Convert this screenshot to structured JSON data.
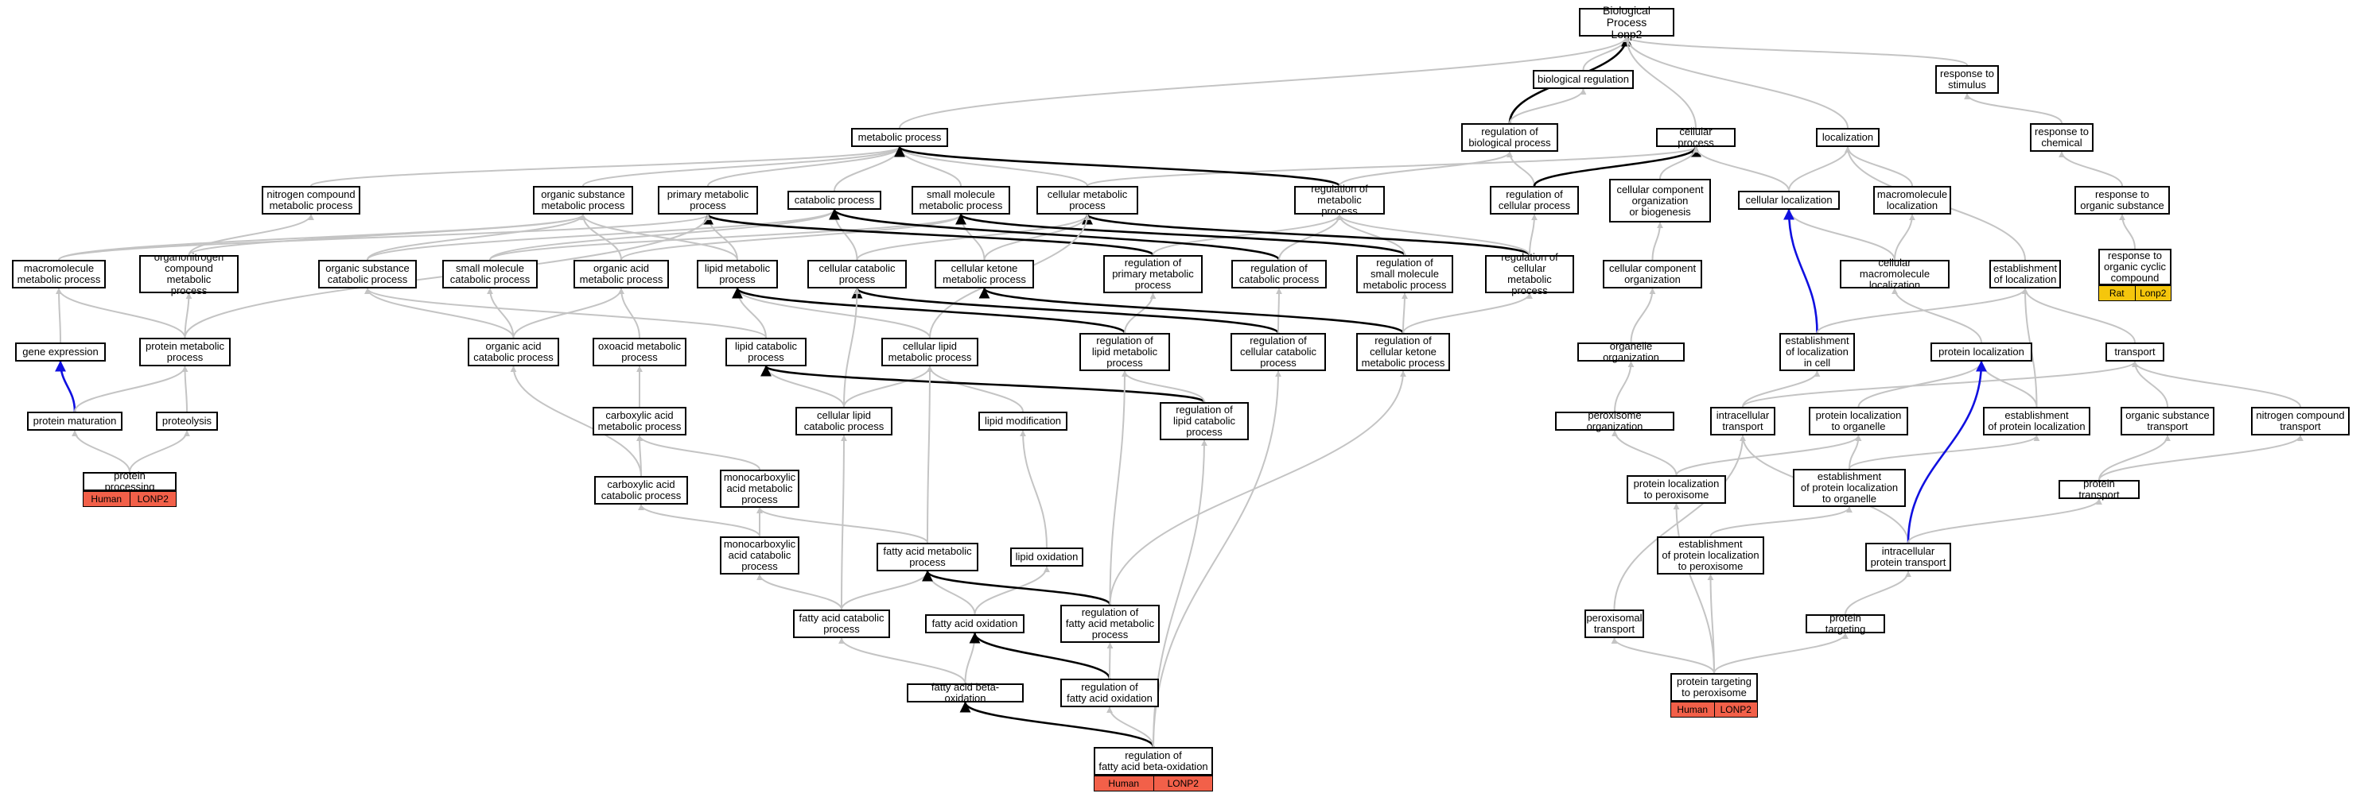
{
  "colors": {
    "human_badge": "#f26049",
    "rat_badge": "#f5c60c",
    "edge_gray": "#c4c4c4",
    "edge_black": "#000000",
    "edge_blue": "#1010e0"
  },
  "nodes": {
    "root": "Biological Process\nLonp2",
    "bioreg": "biological regulation",
    "resp_stim": "response to\nstimulus",
    "reg_bio": "regulation of\nbiological process",
    "cellproc": "cellular process",
    "localization": "localization",
    "resp_chem": "response to\nchemical",
    "metproc": "metabolic process",
    "nitro": "nitrogen compound\nmetabolic process",
    "orgsub": "organic substance\nmetabolic process",
    "primary": "primary metabolic\nprocess",
    "catab": "catabolic process",
    "smallmol": "small molecule\nmetabolic process",
    "cellmet": "cellular metabolic\nprocess",
    "reg_met": "regulation of\nmetabolic process",
    "reg_cellproc": "regulation of\ncellular process",
    "ccorg": "cellular component\norganization\nor biogenesis",
    "cellloc": "cellular localization",
    "macroloc": "macromolecule\nlocalization",
    "resp_orgsub": "response to\norganic substance",
    "macromet": "macromolecule\nmetabolic process",
    "organonitro": "organonitrogen\ncompound metabolic\nprocess",
    "orgsubcat": "organic substance\ncatabolic process",
    "smallcat": "small molecule\ncatabolic process",
    "orgacid": "organic acid\nmetabolic process",
    "lipidmet": "lipid metabolic\nprocess",
    "cellcat": "cellular catabolic\nprocess",
    "ketone": "cellular ketone\nmetabolic process",
    "reg_prim": "regulation of\nprimary metabolic\nprocess",
    "reg_cat": "regulation of\ncatabolic process",
    "reg_small": "regulation of\nsmall molecule\nmetabolic process",
    "reg_cellmet": "regulation of\ncellular metabolic\nprocess",
    "ccorg2": "cellular component\norganization",
    "cellmacroloc": "cellular macromolecule\nlocalization",
    "estab_loc": "establishment\nof localization",
    "resp_cyclic": "response to\norganic cyclic\ncompound",
    "geneexp": "gene expression",
    "protmet": "protein metabolic\nprocess",
    "orgacidcat": "organic acid\ncatabolic process",
    "oxoacid": "oxoacid metabolic\nprocess",
    "lipidcat": "lipid catabolic\nprocess",
    "celllipid": "cellular lipid\nmetabolic process",
    "reg_lipid": "regulation of\nlipid metabolic\nprocess",
    "reg_cellcat": "regulation of\ncellular catabolic\nprocess",
    "reg_ketone": "regulation of\ncellular ketone\nmetabolic process",
    "organelle_org": "organelle organization",
    "estab_cell": "establishment\nof localization\nin cell",
    "protloc": "protein localization",
    "transport": "transport",
    "protmat": "protein maturation",
    "proteolysis": "proteolysis",
    "carbox": "carboxylic acid\nmetabolic process",
    "celllipidcat": "cellular lipid\ncatabolic process",
    "lipidmod": "lipid modification",
    "reg_lipidcat": "regulation of\nlipid catabolic\nprocess",
    "perox_org": "peroxisome organization",
    "intracell": "intracellular\ntransport",
    "protloc_org": "protein localization\nto organelle",
    "estab_protloc": "establishment\nof protein localization",
    "orgsub_transport": "organic substance\ntransport",
    "nitro_transport": "nitrogen compound\ntransport",
    "protproc": "protein processing",
    "carboxcat": "carboxylic acid\ncatabolic process",
    "monocarb": "monocarboxylic\nacid metabolic\nprocess",
    "protloc_perox": "protein localization\nto peroxisome",
    "estab_protloc_org": "establishment\nof protein localization\nto organelle",
    "prottransport": "protein transport",
    "monocarbcat": "monocarboxylic\nacid catabolic\nprocess",
    "fam": "fatty acid metabolic\nprocess",
    "lipidox": "lipid oxidation",
    "estab_protloc_perox": "establishment\nof protein localization\nto peroxisome",
    "intracell_prot": "intracellular\nprotein transport",
    "facat": "fatty acid catabolic\nprocess",
    "faox": "fatty acid oxidation",
    "reg_fam": "regulation of\nfatty acid metabolic\nprocess",
    "perox_transport": "peroxisomal\ntransport",
    "prottarget": "protein targeting",
    "fabeta": "fatty acid beta-oxidation",
    "reg_faox": "regulation of\nfatty acid oxidation",
    "prottarget_perox": "protein targeting\nto peroxisome",
    "reg_fabeta": "regulation of\nfatty acid beta-oxidation"
  },
  "badges": {
    "protproc": [
      "Human",
      "LONP2"
    ],
    "prottarget_perox": [
      "Human",
      "LONP2"
    ],
    "reg_fabeta": [
      "Human",
      "LONP2"
    ],
    "resp_cyclic": [
      "Rat",
      "Lonp2"
    ]
  },
  "edges": [
    [
      "bioreg",
      "root",
      "gray"
    ],
    [
      "resp_stim",
      "root",
      "gray"
    ],
    [
      "reg_bio",
      "root",
      "black"
    ],
    [
      "reg_bio",
      "bioreg",
      "gray"
    ],
    [
      "cellproc",
      "root",
      "gray"
    ],
    [
      "localization",
      "root",
      "gray"
    ],
    [
      "metproc",
      "root",
      "gray"
    ],
    [
      "resp_chem",
      "resp_stim",
      "gray"
    ],
    [
      "resp_orgsub",
      "resp_chem",
      "gray"
    ],
    [
      "resp_cyclic",
      "resp_orgsub",
      "gray"
    ],
    [
      "nitro",
      "metproc",
      "gray"
    ],
    [
      "orgsub",
      "metproc",
      "gray"
    ],
    [
      "primary",
      "metproc",
      "gray"
    ],
    [
      "catab",
      "metproc",
      "gray"
    ],
    [
      "smallmol",
      "metproc",
      "gray"
    ],
    [
      "cellmet",
      "metproc",
      "gray"
    ],
    [
      "cellmet",
      "cellproc",
      "gray"
    ],
    [
      "reg_met",
      "metproc",
      "black"
    ],
    [
      "reg_met",
      "reg_bio",
      "gray"
    ],
    [
      "reg_cellproc",
      "reg_bio",
      "gray"
    ],
    [
      "reg_cellproc",
      "cellproc",
      "black"
    ],
    [
      "ccorg",
      "cellproc",
      "gray"
    ],
    [
      "cellloc",
      "cellproc",
      "gray"
    ],
    [
      "cellloc",
      "localization",
      "gray"
    ],
    [
      "macroloc",
      "localization",
      "gray"
    ],
    [
      "estab_loc",
      "localization",
      "gray"
    ],
    [
      "macromet",
      "orgsub",
      "gray"
    ],
    [
      "macromet",
      "primary",
      "gray"
    ],
    [
      "organonitro",
      "nitro",
      "gray"
    ],
    [
      "organonitro",
      "orgsub",
      "gray"
    ],
    [
      "orgsubcat",
      "orgsub",
      "gray"
    ],
    [
      "orgsubcat",
      "catab",
      "gray"
    ],
    [
      "smallcat",
      "smallmol",
      "gray"
    ],
    [
      "smallcat",
      "catab",
      "gray"
    ],
    [
      "orgacid",
      "orgsub",
      "gray"
    ],
    [
      "orgacid",
      "smallmol",
      "gray"
    ],
    [
      "lipidmet",
      "primary",
      "gray"
    ],
    [
      "lipidmet",
      "orgsub",
      "gray"
    ],
    [
      "cellcat",
      "catab",
      "gray"
    ],
    [
      "cellcat",
      "cellmet",
      "gray"
    ],
    [
      "ketone",
      "smallmol",
      "gray"
    ],
    [
      "ketone",
      "cellmet",
      "gray"
    ],
    [
      "reg_prim",
      "primary",
      "black"
    ],
    [
      "reg_prim",
      "reg_met",
      "gray"
    ],
    [
      "reg_cat",
      "catab",
      "black"
    ],
    [
      "reg_cat",
      "reg_met",
      "gray"
    ],
    [
      "reg_small",
      "smallmol",
      "black"
    ],
    [
      "reg_small",
      "reg_met",
      "gray"
    ],
    [
      "reg_cellmet",
      "cellmet",
      "black"
    ],
    [
      "reg_cellmet",
      "reg_met",
      "gray"
    ],
    [
      "reg_cellmet",
      "reg_cellproc",
      "gray"
    ],
    [
      "ccorg2",
      "ccorg",
      "gray"
    ],
    [
      "cellmacroloc",
      "macroloc",
      "gray"
    ],
    [
      "cellmacroloc",
      "cellloc",
      "gray"
    ],
    [
      "geneexp",
      "macromet",
      "gray"
    ],
    [
      "protmet",
      "macromet",
      "gray"
    ],
    [
      "protmet",
      "organonitro",
      "gray"
    ],
    [
      "protmet",
      "primary",
      "gray"
    ],
    [
      "orgacidcat",
      "orgacid",
      "gray"
    ],
    [
      "orgacidcat",
      "orgsubcat",
      "gray"
    ],
    [
      "orgacidcat",
      "smallcat",
      "gray"
    ],
    [
      "oxoacid",
      "orgacid",
      "gray"
    ],
    [
      "lipidcat",
      "lipidmet",
      "gray"
    ],
    [
      "lipidcat",
      "orgsubcat",
      "gray"
    ],
    [
      "celllipid",
      "lipidmet",
      "gray"
    ],
    [
      "celllipid",
      "cellmet",
      "gray"
    ],
    [
      "reg_lipid",
      "lipidmet",
      "black"
    ],
    [
      "reg_lipid",
      "reg_prim",
      "gray"
    ],
    [
      "reg_cellcat",
      "cellcat",
      "black"
    ],
    [
      "reg_cellcat",
      "reg_cat",
      "gray"
    ],
    [
      "reg_ketone",
      "ketone",
      "black"
    ],
    [
      "reg_ketone",
      "reg_small",
      "gray"
    ],
    [
      "reg_ketone",
      "reg_cellmet",
      "gray"
    ],
    [
      "organelle_org",
      "ccorg2",
      "gray"
    ],
    [
      "estab_cell",
      "cellloc",
      "blue"
    ],
    [
      "estab_cell",
      "estab_loc",
      "gray"
    ],
    [
      "protloc",
      "cellmacroloc",
      "gray"
    ],
    [
      "transport",
      "estab_loc",
      "gray"
    ],
    [
      "protmat",
      "geneexp",
      "blue"
    ],
    [
      "protmat",
      "protmet",
      "gray"
    ],
    [
      "proteolysis",
      "protmet",
      "gray"
    ],
    [
      "carbox",
      "oxoacid",
      "gray"
    ],
    [
      "celllipidcat",
      "lipidcat",
      "gray"
    ],
    [
      "celllipidcat",
      "celllipid",
      "gray"
    ],
    [
      "celllipidcat",
      "cellcat",
      "gray"
    ],
    [
      "lipidmod",
      "celllipid",
      "gray"
    ],
    [
      "reg_lipidcat",
      "lipidcat",
      "black"
    ],
    [
      "reg_lipidcat",
      "reg_lipid",
      "gray"
    ],
    [
      "perox_org",
      "organelle_org",
      "gray"
    ],
    [
      "intracell",
      "estab_cell",
      "gray"
    ],
    [
      "intracell",
      "transport",
      "gray"
    ],
    [
      "protloc_org",
      "protloc",
      "gray"
    ],
    [
      "estab_protloc",
      "protloc",
      "gray"
    ],
    [
      "estab_protloc",
      "estab_loc",
      "gray"
    ],
    [
      "orgsub_transport",
      "transport",
      "gray"
    ],
    [
      "nitro_transport",
      "transport",
      "gray"
    ],
    [
      "protproc",
      "protmat",
      "gray"
    ],
    [
      "protproc",
      "proteolysis",
      "gray"
    ],
    [
      "carboxcat",
      "carbox",
      "gray"
    ],
    [
      "carboxcat",
      "orgacidcat",
      "gray"
    ],
    [
      "monocarb",
      "carbox",
      "gray"
    ],
    [
      "protloc_perox",
      "protloc_org",
      "gray"
    ],
    [
      "protloc_perox",
      "perox_org",
      "gray"
    ],
    [
      "estab_protloc_org",
      "protloc_org",
      "gray"
    ],
    [
      "estab_protloc_org",
      "estab_protloc",
      "gray"
    ],
    [
      "prottransport",
      "orgsub_transport",
      "gray"
    ],
    [
      "prottransport",
      "nitro_transport",
      "gray"
    ],
    [
      "monocarbcat",
      "monocarb",
      "gray"
    ],
    [
      "monocarbcat",
      "carboxcat",
      "gray"
    ],
    [
      "fam",
      "monocarb",
      "gray"
    ],
    [
      "fam",
      "celllipid",
      "gray"
    ],
    [
      "lipidox",
      "lipidmod",
      "gray"
    ],
    [
      "estab_protloc_perox",
      "estab_protloc_org",
      "gray"
    ],
    [
      "intracell_prot",
      "intracell",
      "gray"
    ],
    [
      "intracell_prot",
      "protloc",
      "blue"
    ],
    [
      "intracell_prot",
      "prottransport",
      "gray"
    ],
    [
      "facat",
      "fam",
      "gray"
    ],
    [
      "facat",
      "monocarbcat",
      "gray"
    ],
    [
      "facat",
      "celllipidcat",
      "gray"
    ],
    [
      "faox",
      "fam",
      "gray"
    ],
    [
      "faox",
      "lipidox",
      "gray"
    ],
    [
      "reg_fam",
      "fam",
      "black"
    ],
    [
      "reg_fam",
      "reg_lipid",
      "gray"
    ],
    [
      "reg_fam",
      "reg_ketone",
      "gray"
    ],
    [
      "perox_transport",
      "intracell",
      "gray"
    ],
    [
      "prottarget",
      "intracell_prot",
      "gray"
    ],
    [
      "fabeta",
      "facat",
      "gray"
    ],
    [
      "fabeta",
      "faox",
      "gray"
    ],
    [
      "reg_faox",
      "faox",
      "black"
    ],
    [
      "reg_faox",
      "reg_fam",
      "gray"
    ],
    [
      "prottarget_perox",
      "protloc_perox",
      "gray"
    ],
    [
      "prottarget_perox",
      "estab_protloc_perox",
      "gray"
    ],
    [
      "prottarget_perox",
      "perox_transport",
      "gray"
    ],
    [
      "prottarget_perox",
      "prottarget",
      "gray"
    ],
    [
      "reg_fabeta",
      "fabeta",
      "black"
    ],
    [
      "reg_fabeta",
      "reg_faox",
      "gray"
    ],
    [
      "reg_fabeta",
      "reg_lipidcat",
      "gray"
    ],
    [
      "reg_fabeta",
      "reg_cellcat",
      "gray"
    ]
  ]
}
